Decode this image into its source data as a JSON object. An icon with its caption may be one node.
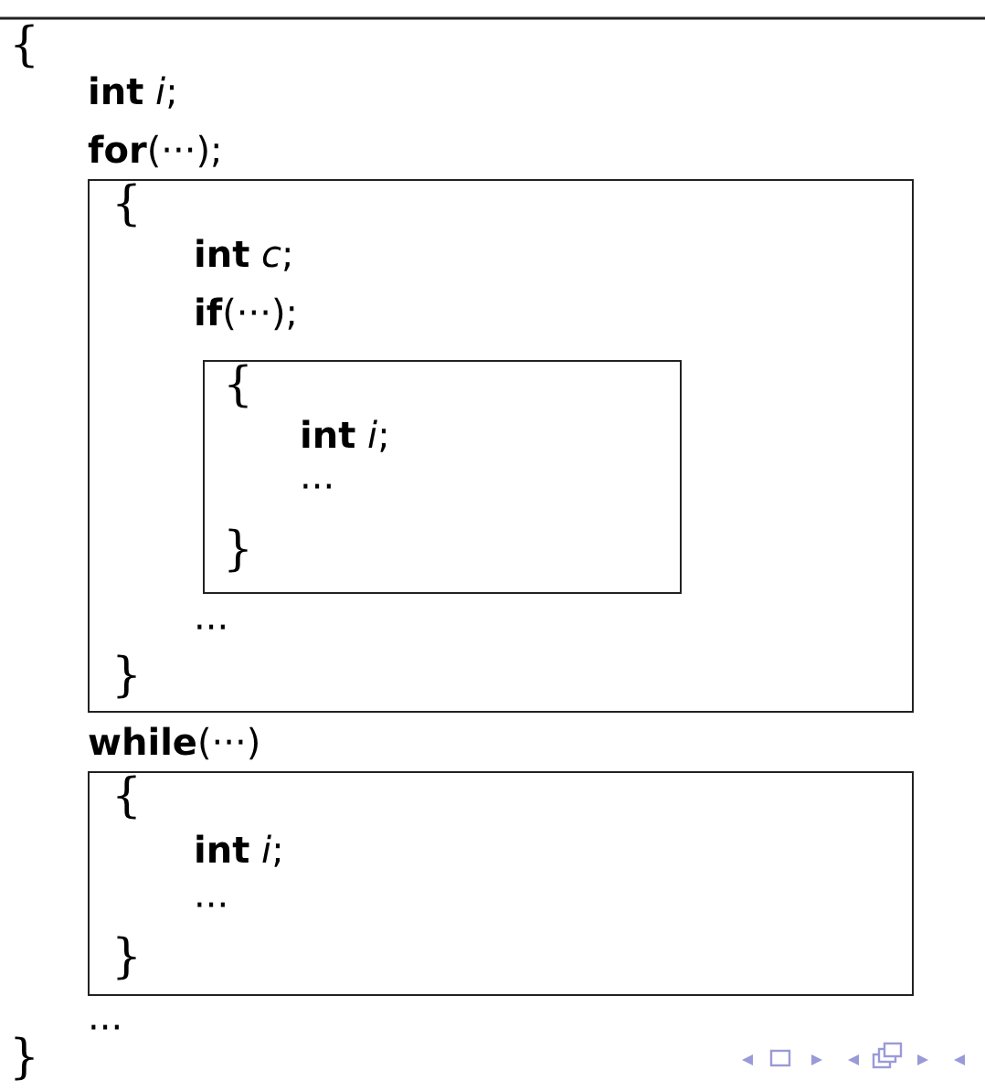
{
  "diagram": {
    "nodes": [
      {
        "text": [
          "{",
          "**int** *c*;",
          "**if**(···);",
          "···",
          "}"
        ]
      },
      {
        "text": [
          "{",
          "**int** *i*;",
          "···",
          "}"
        ],
        "in": 0
      },
      {
        "text": [
          "{",
          "**int** *i*;",
          "···",
          "}"
        ]
      }
    ],
    "labels": [
      "{",
      "**int** *i*;",
      "**for**(···);",
      "**while**(···)",
      "···",
      "}"
    ]
  }
}
